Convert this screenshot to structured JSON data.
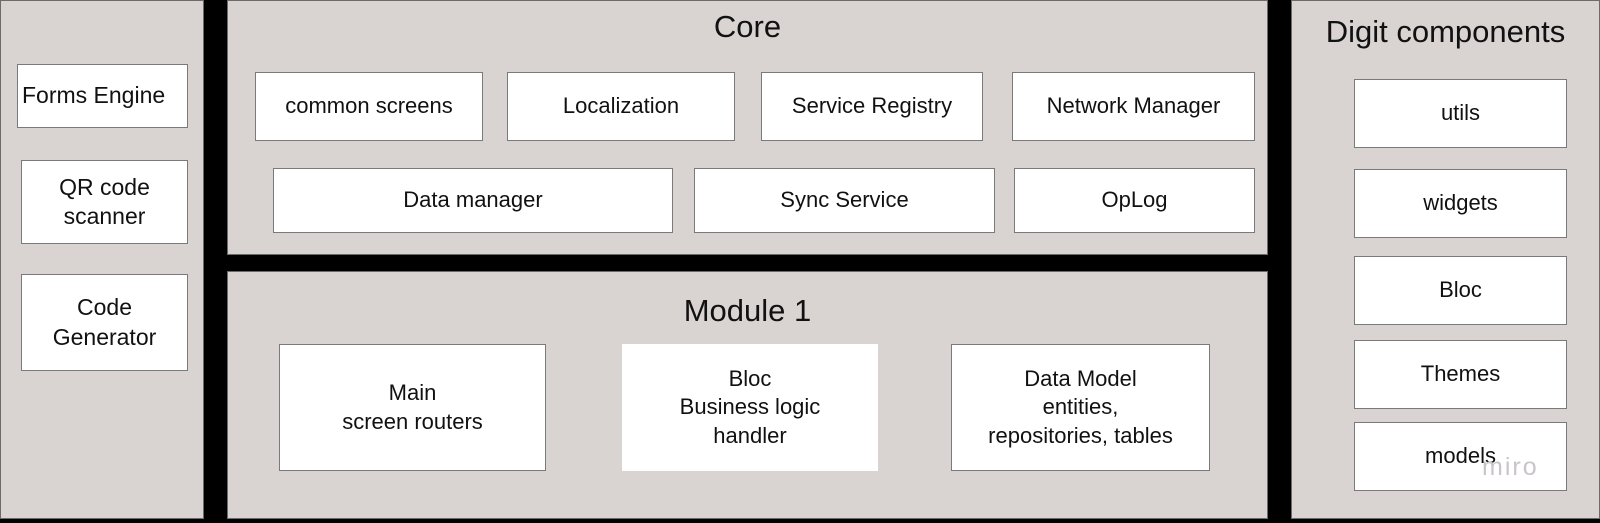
{
  "diagram": {
    "background_color": "#d9d3d2",
    "divider_color": "#000000",
    "node_fill": "#ffffff",
    "node_border": "#7a7a7a",
    "text_color": "#111111",
    "watermark": "miro"
  },
  "left_panel": {
    "nodes": [
      {
        "label": "Forms Engine",
        "align": "left"
      },
      {
        "label": "QR code\nscanner",
        "align": "center"
      },
      {
        "label": "Code\nGenerator",
        "align": "center"
      }
    ]
  },
  "core_panel": {
    "title": "Core",
    "row1": [
      {
        "label": "common screens"
      },
      {
        "label": "Localization"
      },
      {
        "label": "Service Registry"
      },
      {
        "label": "Network Manager"
      }
    ],
    "row2": [
      {
        "label": "Data manager"
      },
      {
        "label": "Sync Service"
      },
      {
        "label": "OpLog"
      }
    ]
  },
  "module_panel": {
    "title": "Module 1",
    "nodes": [
      {
        "label": "Main\nscreen routers",
        "bordered": true
      },
      {
        "label": "Bloc\nBusiness logic\nhandler",
        "bordered": false
      },
      {
        "label": "Data Model\nentities,\nrepositories, tables",
        "bordered": true
      }
    ]
  },
  "right_panel": {
    "title": "Digit components",
    "nodes": [
      {
        "label": "utils"
      },
      {
        "label": "widgets"
      },
      {
        "label": "Bloc"
      },
      {
        "label": "Themes"
      },
      {
        "label": "models"
      }
    ]
  }
}
